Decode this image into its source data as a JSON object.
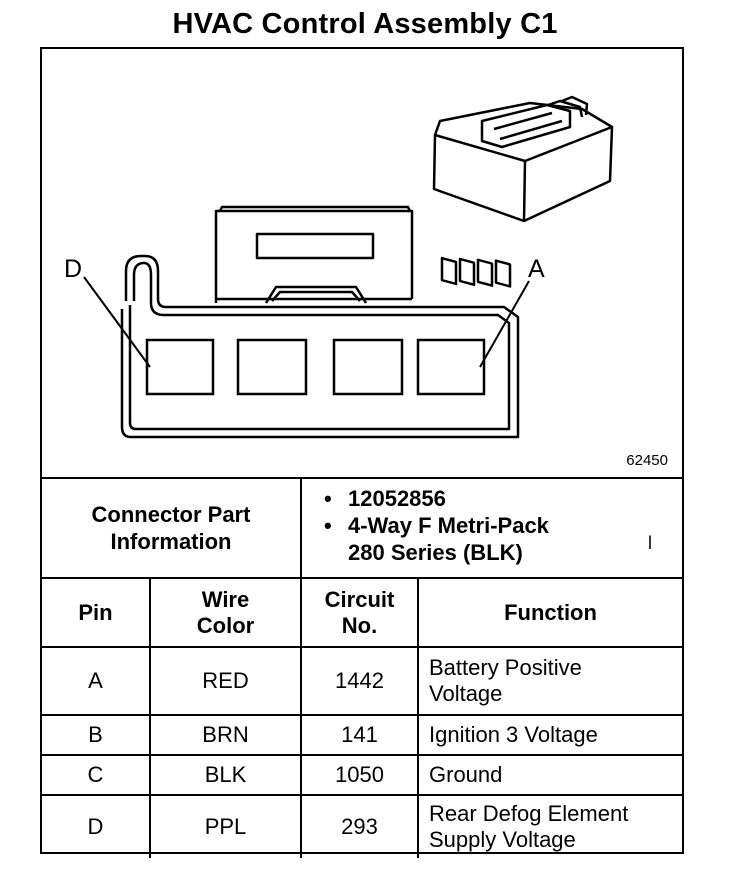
{
  "title": "HVAC Control Assembly C1",
  "diagram": {
    "label_d": "D",
    "label_a": "A",
    "part_number": "62450"
  },
  "connector_info": {
    "label_line1": "Connector Part",
    "label_line2": "Information",
    "part": "12052856",
    "desc_line1": "4-Way F Metri-Pack",
    "desc_line2": "280 Series (BLK)",
    "mark": "l"
  },
  "table": {
    "headers": {
      "pin": "Pin",
      "wire_color_1": "Wire",
      "wire_color_2": "Color",
      "circuit_1": "Circuit",
      "circuit_2": "No.",
      "function": "Function"
    },
    "rows": [
      {
        "pin": "A",
        "wire_color": "RED",
        "circuit": "1442",
        "function_1": "Battery Positive",
        "function_2": "Voltage"
      },
      {
        "pin": "B",
        "wire_color": "BRN",
        "circuit": "141",
        "function_1": "Ignition 3 Voltage",
        "function_2": ""
      },
      {
        "pin": "C",
        "wire_color": "BLK",
        "circuit": "1050",
        "function_1": "Ground",
        "function_2": ""
      },
      {
        "pin": "D",
        "wire_color": "PPL",
        "circuit": "293",
        "function_1": "Rear Defog Element",
        "function_2": "Supply Voltage"
      }
    ]
  }
}
